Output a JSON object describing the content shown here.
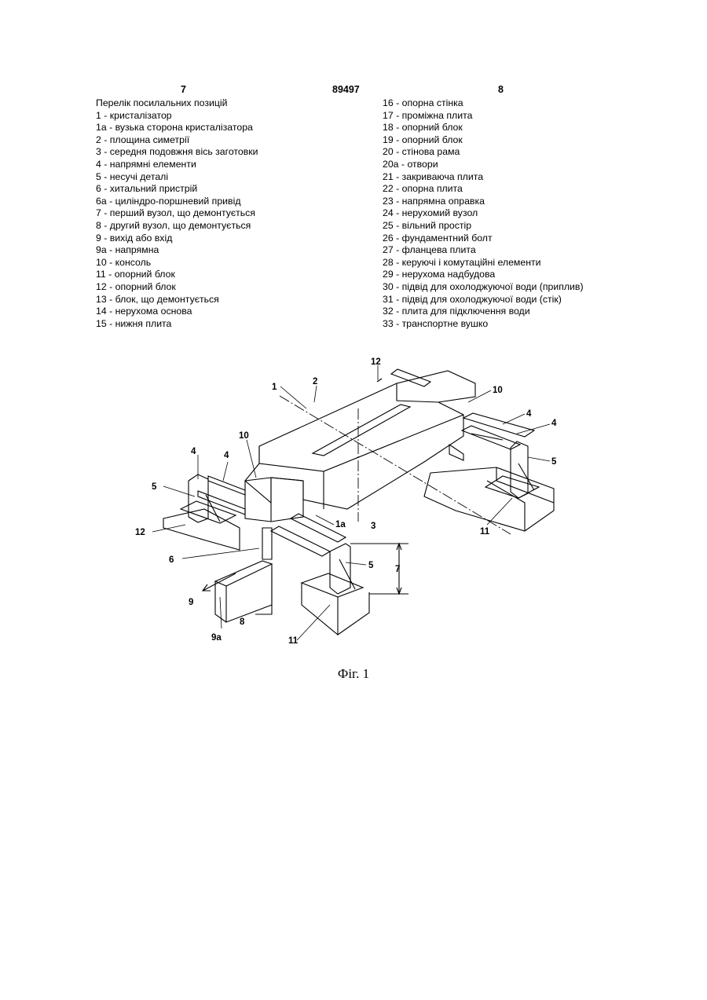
{
  "header": {
    "page_left": "7",
    "doc_number": "89497",
    "page_right": "8"
  },
  "legend_title": "Перелік посилальних позицій",
  "legend_left": [
    "1 - кристалізатор",
    "1а - вузька сторона кристалізатора",
    "2 - площина симетрії",
    "3 - середня подовжня вісь заготовки",
    "4 - напрямні елементи",
    "5 - несучі деталі",
    "6 - хитальний пристрій",
    "6а - циліндро-поршневий привід",
    "7 - перший вузол, що демонтується",
    "8 - другий вузол, що демонтується",
    "9 - вихід або вхід",
    "9а - напрямна",
    "10 - консоль",
    "11 - опорний блок",
    "12 - опорний блок",
    "13 - блок, що демонтується",
    "14 - нерухома основа",
    "15 - нижня плита"
  ],
  "legend_right": [
    "16 - опорна стінка",
    "17 - проміжна плита",
    "18 - опорний блок",
    "19 - опорний блок",
    "20 - стінова рама",
    "20а - отвори",
    "21 - закриваюча плита",
    "22 - опорна плита",
    "23 - напрямна оправка",
    "24 - нерухомий вузол",
    "25 - вільний простір",
    "26 - фундаментний болт",
    "27 - фланцева плита",
    "28 - керуючі і комутаційні елементи",
    "29 - нерухома надбудова",
    "30 - підвід для охолоджуючої води (приплив)",
    "31 - підвід для охолоджуючої води (стік)",
    "32 - плита для підключення води",
    "33 - транспортне вушко"
  ],
  "figure": {
    "labels": {
      "l1": "1",
      "l2": "2",
      "l12_top": "12",
      "l10_right": "10",
      "l4_right_a": "4",
      "l4_right_b": "4",
      "l5_right": "5",
      "l11_right": "11",
      "l10_left": "10",
      "l4_left_a": "4",
      "l4_left_b": "4",
      "l5_left": "5",
      "l12_left": "12",
      "l1a": "1a",
      "l3": "3",
      "l6": "6",
      "l5_mid": "5",
      "l7": "7",
      "l9": "9",
      "l8": "8",
      "l9a": "9a",
      "l11_bottom": "11"
    },
    "caption": "Фіг. 1"
  }
}
